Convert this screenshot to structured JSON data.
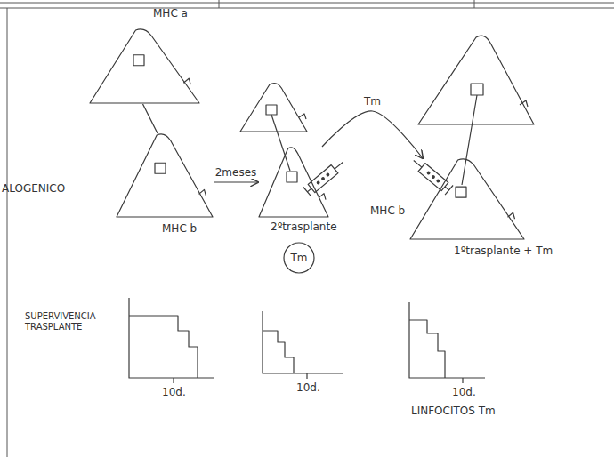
{
  "diagram": {
    "nodes": [
      {
        "text": [
          "MHC a"
        ]
      },
      {
        "text": [
          "ALOGENICO",
          "MHC b"
        ]
      },
      {
        "text": [
          "2ºtrasplante"
        ]
      },
      {
        "text": [
          "Tm"
        ]
      },
      {
        "text": [
          "MHC b",
          "1ºtrasplante + Tm"
        ]
      }
    ],
    "edges": [
      {
        "from": 0,
        "to": 1,
        "arrow": "none"
      },
      {
        "from": 1,
        "to": 2,
        "label": "2meses",
        "arrow": "to"
      },
      {
        "from": 2,
        "to": 4,
        "label": "Tm",
        "arrow": "to"
      }
    ],
    "labels": [
      "SUPERVIVENCIA TRASPLANTE",
      "10d.",
      "10d.",
      "10d.",
      "LINFOCITOS Tm"
    ]
  }
}
